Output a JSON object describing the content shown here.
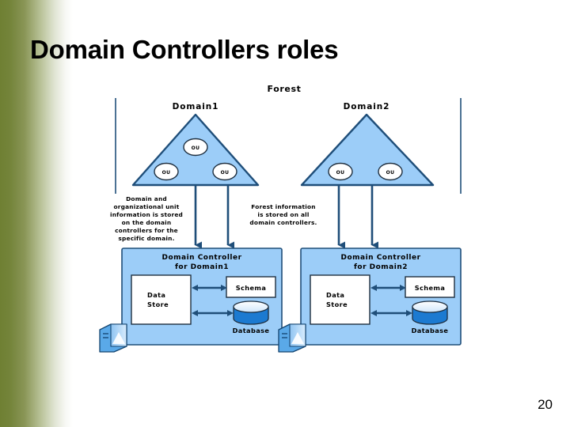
{
  "slide": {
    "title": "Domain Controllers roles",
    "page_number": "20",
    "accent_green": "#6f8033",
    "fill_light_blue": "#9ccdf8",
    "stroke_navy": "#1f4e79",
    "arrow_navy": "#1f4e79",
    "white": "#ffffff"
  },
  "diagram": {
    "forest_label": "Forest",
    "domains": [
      {
        "name": "Domain1",
        "ous": [
          "OU",
          "OU",
          "OU"
        ]
      },
      {
        "name": "Domain2",
        "ous": [
          "OU",
          "OU"
        ]
      }
    ],
    "notes": [
      {
        "id": "domain-note",
        "lines": [
          "Domain and",
          "organizational unit",
          "information is stored",
          "on the domain",
          "controllers for the",
          "specific domain."
        ]
      },
      {
        "id": "forest-note",
        "lines": [
          "Forest information",
          "is stored on all",
          "domain controllers."
        ]
      }
    ],
    "domain_controllers": [
      {
        "title_line1": "Domain Controller",
        "title_line2": "for Domain1",
        "data_store_line1": "Data",
        "data_store_line2": "Store",
        "schema_label": "Schema",
        "database_label": "Database"
      },
      {
        "title_line1": "Domain Controller",
        "title_line2": "for Domain2",
        "data_store_line1": "Data",
        "data_store_line2": "Store",
        "schema_label": "Schema",
        "database_label": "Database"
      }
    ]
  }
}
